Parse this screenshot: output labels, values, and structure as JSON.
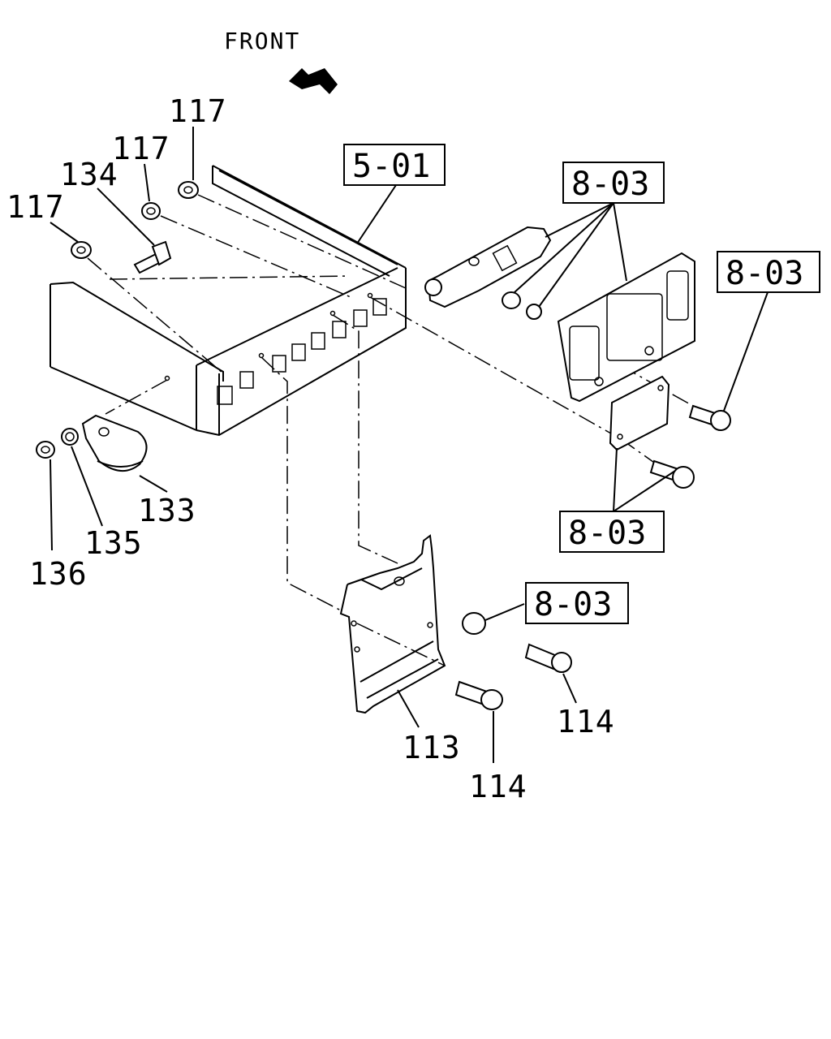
{
  "direction_label": "FRONT",
  "reference_boxes": {
    "ref_5_01": "5-01",
    "ref_8_03_top": "8-03",
    "ref_8_03_right": "8-03",
    "ref_8_03_mid": "8-03",
    "ref_8_03_lower": "8-03"
  },
  "part_labels": {
    "p117_a": "117",
    "p117_b": "117",
    "p117_c": "117",
    "p134": "134",
    "p133": "133",
    "p135": "135",
    "p136": "136",
    "p113": "113",
    "p114_a": "114",
    "p114_b": "114"
  }
}
